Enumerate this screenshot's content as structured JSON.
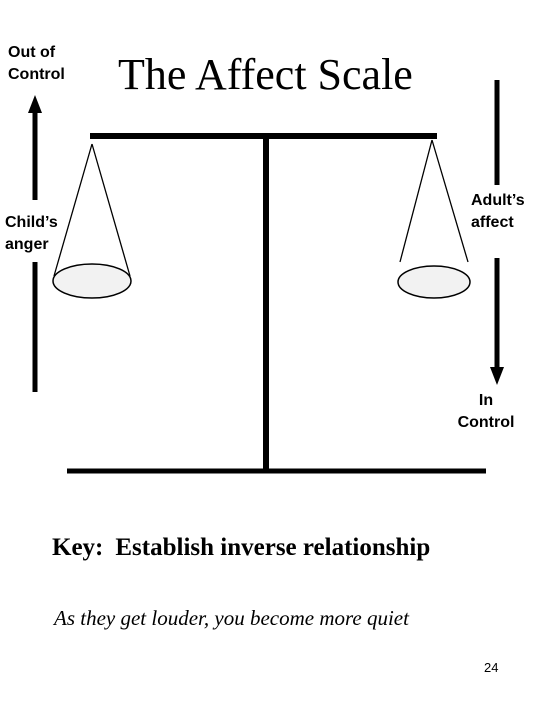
{
  "slide": {
    "title": "The Affect Scale",
    "left_top_label": [
      "Out of",
      "Control"
    ],
    "left_middle_label": [
      "Child’s",
      "anger"
    ],
    "right_middle_label": [
      "Adult’s",
      "affect"
    ],
    "right_bottom_label": [
      "In",
      "Control"
    ],
    "key_prefix": "Key:",
    "key_text": "Establish inverse relationship",
    "note": "As they get louder, you become more quiet",
    "page_number": "24"
  },
  "colors": {
    "ink": "#000000",
    "pan_fill": "#f2f2f2",
    "background": "#ffffff"
  }
}
